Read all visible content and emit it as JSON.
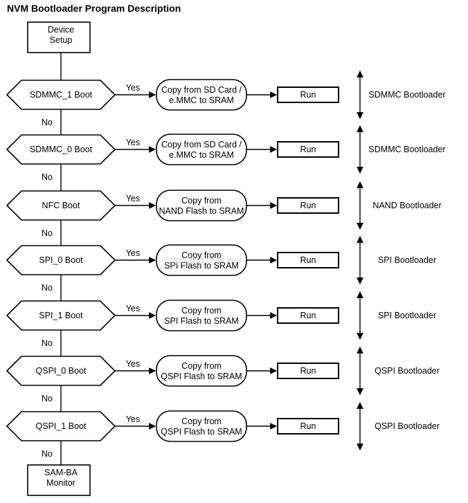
{
  "title": "NVM Bootloader Program Description",
  "start_label": [
    "Device",
    "Setup"
  ],
  "end_label": [
    "SAM-BA",
    "Monitor"
  ],
  "yes_label": "Yes",
  "no_label": "No",
  "run_label": "Run",
  "rows": [
    {
      "decision": "SDMMC_1 Boot",
      "copy": [
        "Copy from SD Card /",
        "e.MMC to SRAM"
      ],
      "bootloader": "SDMMC Bootloader"
    },
    {
      "decision": "SDMMC_0 Boot",
      "copy": [
        "Copy from SD Card /",
        "e.MMC to SRAM"
      ],
      "bootloader": "SDMMC Bootloader"
    },
    {
      "decision": "NFC Boot",
      "copy": [
        "Copy from",
        "NAND Flash to SRAM"
      ],
      "bootloader": "NAND Bootloader"
    },
    {
      "decision": "SPI_0 Boot",
      "copy": [
        "Copy from",
        "SPI Flash to SRAM"
      ],
      "bootloader": "SPI Bootloader"
    },
    {
      "decision": "SPI_1 Boot",
      "copy": [
        "Copy from",
        "SPI Flash to SRAM"
      ],
      "bootloader": "SPI Bootloader"
    },
    {
      "decision": "QSPI_0 Boot",
      "copy": [
        "Copy from",
        "QSPI Flash to SRAM"
      ],
      "bootloader": "QSPI Bootloader"
    },
    {
      "decision": "QSPI_1 Boot",
      "copy": [
        "Copy from",
        "QSPI Flash to SRAM"
      ],
      "bootloader": "QSPI Bootloader"
    }
  ],
  "watermark": "http://blog.csdn.net/"
}
